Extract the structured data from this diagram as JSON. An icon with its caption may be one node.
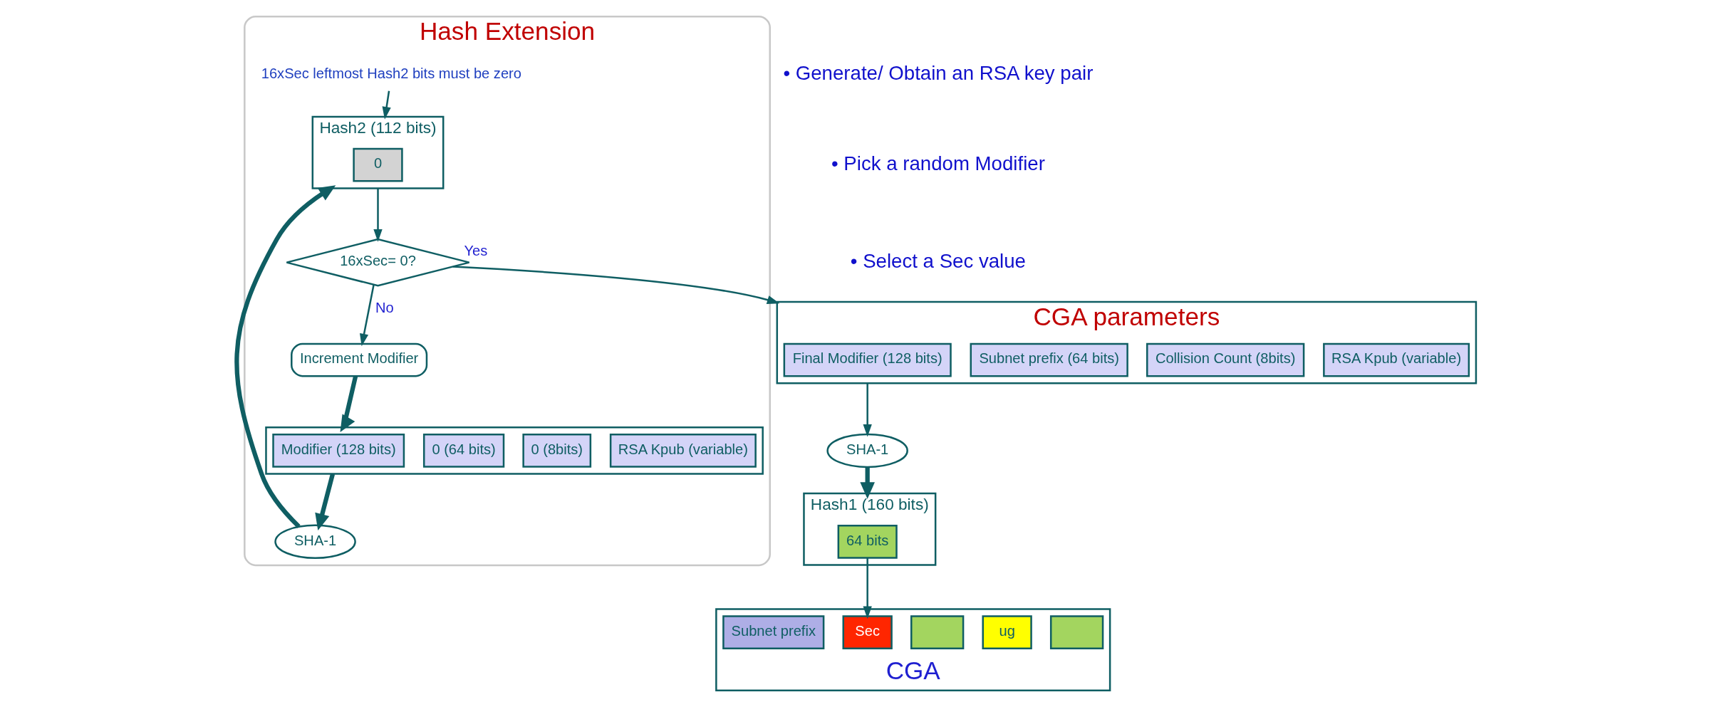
{
  "diagram": {
    "nodes": [
      {
        "text": [
          "Hash Extension"
        ]
      },
      {
        "text": [
          "16xSec leftmost Hash2 bits must be zero"
        ],
        "in": 0
      },
      {
        "text": [
          "Hash2 (112 bits)"
        ],
        "in": 0
      },
      {
        "text": [
          "0"
        ],
        "in": 2
      },
      {
        "text": [
          "16xSec= 0?"
        ],
        "in": 0
      },
      {
        "text": [
          "Increment Modifier"
        ],
        "in": 0
      },
      {
        "text": [
          "SHA-1"
        ],
        "in": 0
      },
      {
        "text": [],
        "shape": "box",
        "in": 0
      },
      {
        "text": [
          "Modifier (128 bits)"
        ],
        "in": 7
      },
      {
        "text": [
          "0 (64 bits)"
        ],
        "in": 7
      },
      {
        "text": [
          "0 (8bits)"
        ],
        "in": 7
      },
      {
        "text": [
          "RSA Kpub (variable)"
        ],
        "in": 7
      },
      {
        "text": [
          "CGA parameters"
        ]
      },
      {
        "text": [
          "Final Modifier (128 bits)"
        ],
        "in": 12
      },
      {
        "text": [
          "Subnet prefix (64 bits)"
        ],
        "in": 12
      },
      {
        "text": [
          "Collision Count (8bits)"
        ],
        "in": 12
      },
      {
        "text": [
          "RSA Kpub (variable)"
        ],
        "in": 12
      },
      {
        "text": [
          "SHA-1"
        ]
      },
      {
        "text": [
          "Hash1 (160 bits)"
        ]
      },
      {
        "text": [
          "64 bits"
        ],
        "in": 18
      },
      {
        "text": [
          "CGA"
        ]
      },
      {
        "text": [
          "Subnet prefix"
        ],
        "in": 20
      },
      {
        "text": [
          "Sec"
        ],
        "in": 20
      },
      {
        "text": [],
        "shape": "box",
        "in": 20
      },
      {
        "text": [
          "ug"
        ],
        "in": 20
      },
      {
        "text": [],
        "shape": "box",
        "in": 20
      }
    ],
    "edges": [
      {
        "from": 1,
        "to": 2,
        "arrow": "to"
      },
      {
        "from": 2,
        "to": 4,
        "arrow": "to"
      },
      {
        "from": 4,
        "to": 12,
        "arrow": "to",
        "label": "Yes"
      },
      {
        "from": 4,
        "to": 5,
        "arrow": "to",
        "label": "No"
      },
      {
        "from": 5,
        "to": 7,
        "arrow": "to",
        "style": "thick"
      },
      {
        "from": 7,
        "to": 6,
        "arrow": "to",
        "style": "thick"
      },
      {
        "from": 6,
        "to": 2,
        "arrow": "to",
        "style": "thick"
      },
      {
        "from": 12,
        "to": 17,
        "arrow": "to"
      },
      {
        "from": 17,
        "to": 18,
        "arrow": "to",
        "style": "thick"
      },
      {
        "from": 19,
        "to": 22,
        "arrow": "to"
      }
    ],
    "labels": [
      "• Generate/ Obtain an RSA key pair",
      "• Pick a random Modifier",
      "• Select a Sec value"
    ]
  }
}
